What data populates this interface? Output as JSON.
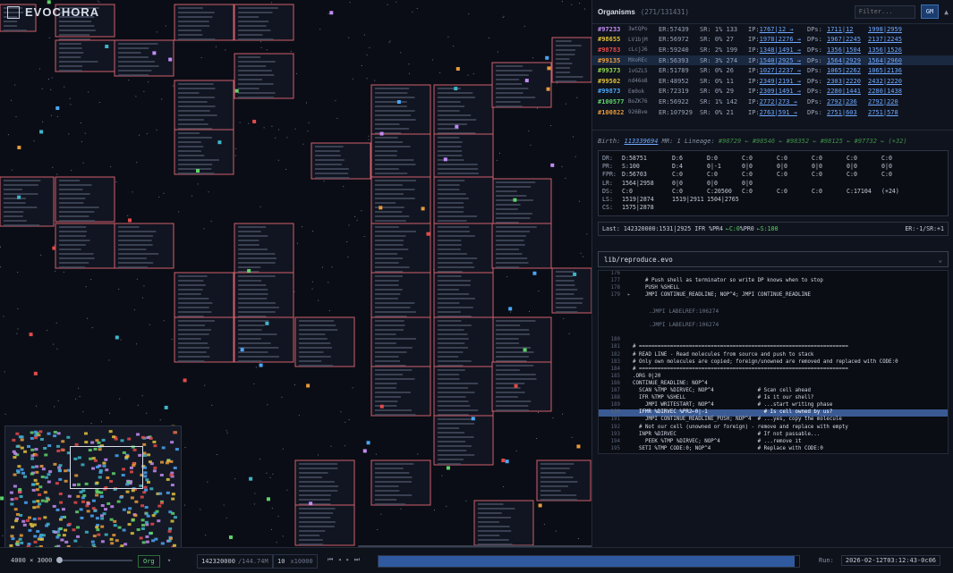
{
  "app": {
    "title": "EVOCHORA"
  },
  "organisms": {
    "title": "Organisms",
    "count": "(271/131431)",
    "filter_placeholder": "Filter...",
    "gm_label": "GM",
    "rows": [
      {
        "id": "#97233",
        "hash": "3wtQPo",
        "er": "ER:57439",
        "sr": "SR: 1% 133",
        "ip": "IP:",
        "ip_link": "1767|12 →",
        "dps": "DPs:",
        "dp1": "1711|12",
        "dp2": "1998|2959",
        "color": "#c38cf5"
      },
      {
        "id": "#98655",
        "hash": "LV1bjM",
        "er": "ER:56972",
        "sr": "SR: 0% 27",
        "ip": "IP:",
        "ip_link": "1978|2276 →",
        "dps": "DPs:",
        "dp1": "1967|2245",
        "dp2": "2137|2245",
        "color": "#e3c23a"
      },
      {
        "id": "#98783",
        "hash": "cLcjJ6",
        "er": "ER:59240",
        "sr": "SR: 2% 199",
        "ip": "IP:",
        "ip_link": "1348|1491 →",
        "dps": "DPs:",
        "dp1": "1356|1504",
        "dp2": "1356|1526",
        "color": "#e34a4a"
      },
      {
        "id": "#99135",
        "hash": "MXoREc",
        "er": "ER:56393",
        "sr": "SR: 3% 274",
        "ip": "IP:",
        "ip_link": "1540|2925 →",
        "dps": "DPs:",
        "dp1": "1564|2929",
        "dp2": "1564|2960",
        "color": "#e79a3b"
      },
      {
        "id": "#99373",
        "hash": "1vGZL5",
        "er": "ER:51789",
        "sr": "SR: 0% 26",
        "ip": "IP:",
        "ip_link": "1027|2237 →",
        "dps": "DPs:",
        "dp1": "1065|2262",
        "dp2": "1065|2136",
        "color": "#8fd64a"
      },
      {
        "id": "#99502",
        "hash": "nd46o8",
        "er": "ER:48952",
        "sr": "SR: 0% 11",
        "ip": "IP:",
        "ip_link": "2349|2191 →",
        "dps": "DPs:",
        "dp1": "2303|2220",
        "dp2": "2432|2220",
        "color": "#e3c23a"
      },
      {
        "id": "#99873",
        "hash": "Em0ok",
        "er": "ER:72319",
        "sr": "SR: 0% 29",
        "ip": "IP:",
        "ip_link": "2309|1491 →",
        "dps": "DPs:",
        "dp1": "2280|1441",
        "dp2": "2280|1438",
        "color": "#4aa6f5"
      },
      {
        "id": "#100577",
        "hash": "BoZK76",
        "er": "ER:56922",
        "sr": "SR: 1% 142",
        "ip": "IP:",
        "ip_link": "2772|273 →",
        "dps": "DPs:",
        "dp1": "2792|236",
        "dp2": "2792|220",
        "color": "#5fd36a"
      },
      {
        "id": "#100822",
        "hash": "926Bve",
        "er": "ER:107929",
        "sr": "SR: 0% 21",
        "ip": "IP:",
        "ip_link": "2763|591 →",
        "dps": "DPs:",
        "dp1": "2751|603",
        "dp2": "2751|578",
        "color": "#e79a3b"
      }
    ]
  },
  "birth": {
    "label": "Birth:",
    "tick": "113339694",
    "mr": "MR: 1",
    "lineage_label": "Lineage:",
    "lineage": "#98729 ← #98546 ← #98352 ← #98125 ← #97732 ← (+32)"
  },
  "registers": [
    [
      "DR:",
      "D:58751",
      "D:6",
      "D:0",
      "C:0",
      "C:0",
      "C:0",
      "C:0",
      "C:0"
    ],
    [
      "PR:",
      "S:100",
      "D:4",
      "0|-1",
      "0|0",
      "0|0",
      "0|0",
      "0|0",
      "0|0"
    ],
    [
      "FPR:",
      "D:56703",
      "C:0",
      "C:0",
      "C:0",
      "C:0",
      "C:0",
      "C:0",
      "C:0"
    ],
    [
      "LR:",
      "1564|2958",
      "0|0",
      "0|0",
      "0|0",
      "",
      "",
      "",
      ""
    ],
    [
      "DS:",
      "C:0",
      "C:0",
      "C:20500",
      "C:0",
      "C:0",
      "C:0",
      "C:17104",
      "(+24)"
    ],
    [
      "LS:",
      "1519|2874",
      "1519|2911",
      "1504|2765",
      "",
      "",
      "",
      "",
      ""
    ],
    [
      "CS:",
      "1575|2878",
      "",
      "",
      "",
      "",
      "",
      "",
      ""
    ]
  ],
  "last": {
    "prefix": "Last: 142320000:1531|2925 IFR %PR4",
    "arrow1": "←C:0",
    "mid": " %PR0",
    "arrow2": "←S:100",
    "right": "ER:-1/SR:+1"
  },
  "file": {
    "selected": "lib/reproduce.evo"
  },
  "code": {
    "lines": [
      {
        "n": "176",
        "m": "",
        "t": ""
      },
      {
        "n": "177",
        "m": "",
        "t": "    # Push shell as terminator so write DP knows when to stop"
      },
      {
        "n": "178",
        "m": "",
        "t": "    PUSH %SHELL"
      },
      {
        "n": "179",
        "m": "▸",
        "t": "    JMPI CONTINUE_READLINE; NOP^4; JMPI CONTINUE_READLINE"
      }
    ],
    "annotations": [
      ".JMPI LABELREF:106274",
      ".JMPI LABELREF:106274"
    ],
    "lines2": [
      {
        "n": "180",
        "m": "",
        "t": ""
      },
      {
        "n": "181",
        "m": "",
        "t": "# ==================================================================="
      },
      {
        "n": "182",
        "m": "",
        "t": "# READ LINE - Read molecules from source and push to stack"
      },
      {
        "n": "183",
        "m": "",
        "t": "# Only own molecules are copied; foreign/unowned are removed and replaced with CODE:0"
      },
      {
        "n": "184",
        "m": "",
        "t": "# ==================================================================="
      },
      {
        "n": "185",
        "m": "",
        "t": ".ORG 0|20"
      },
      {
        "n": "186",
        "m": "",
        "t": "CONTINUE_READLINE: NOP^4"
      },
      {
        "n": "187",
        "m": "",
        "t": "  SCAN %TMP %DIRVEC; NOP^4              # Scan cell ahead"
      },
      {
        "n": "188",
        "m": "",
        "t": "  IFR %TMP %SHELL                       # Is it our shell?"
      },
      {
        "n": "189",
        "m": "",
        "t": "    JMPI WRITESTART; NOP^4              # ...start writing phase"
      },
      {
        "n": "190",
        "m": "",
        "t": "  IFMR %DIRVEC %PR2←0|-1                  # Is cell owned by us?",
        "hl": true
      },
      {
        "n": "191",
        "m": "",
        "t": "    JMPI CONTINUE_READLINE_PUSH; NOP^4  # ...yes, copy the molecule"
      },
      {
        "n": "192",
        "m": "",
        "t": "  # Not our cell (unowned or foreign) - remove and replace with empty"
      },
      {
        "n": "193",
        "m": "",
        "t": "  INPR %DIRVEC                          # If not passable..."
      },
      {
        "n": "194",
        "m": "",
        "t": "    PEEK %TMP %DIRVEC; NOP^4            # ...remove it"
      },
      {
        "n": "195",
        "m": "",
        "t": "  SETI %TMP CODE:0; NOP^4               # Replace with CODE:0"
      }
    ]
  },
  "bottombar": {
    "world_size": "4000 × 3000",
    "org_label": "Org",
    "tick_value": "142320000",
    "tick_total": "/144.74M",
    "speed_value": "10",
    "speed_mult": "x10000",
    "nav": [
      "⏮",
      "◂",
      "▸",
      "⏭"
    ],
    "timeline_progress": 0.99,
    "run_label": "Run:",
    "run_value": "2026-02-12T03:12:43-0c06"
  },
  "colors": {
    "accent": "#2f5aa0",
    "organism_border": "#d0606b",
    "selected_row": "#1a2840",
    "highlight_line": "#3a5a94"
  }
}
